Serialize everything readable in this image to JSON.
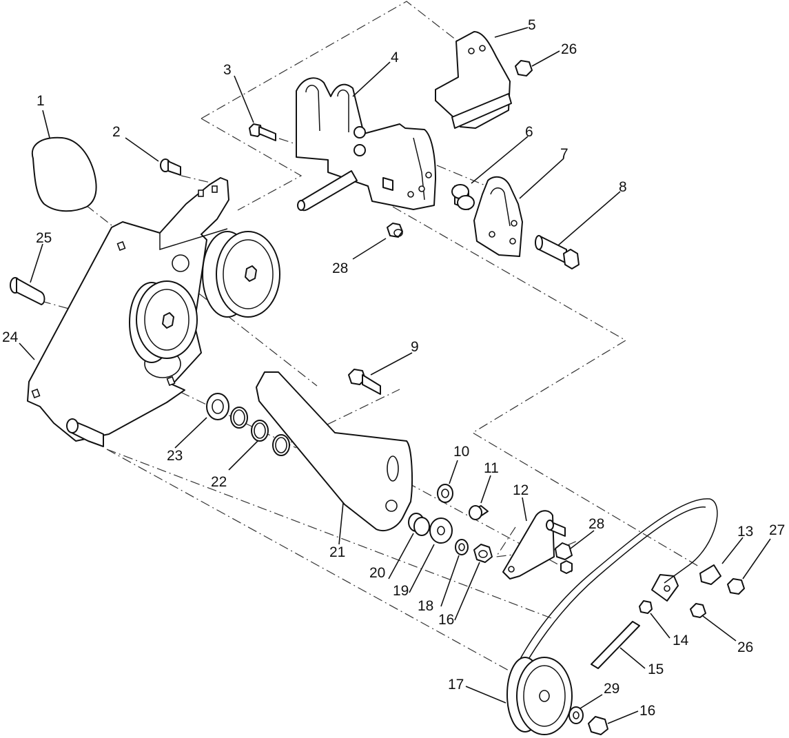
{
  "callouts": [
    {
      "id": "c1",
      "text": "1"
    },
    {
      "id": "c2",
      "text": "2"
    },
    {
      "id": "c3",
      "text": "3"
    },
    {
      "id": "c4",
      "text": "4"
    },
    {
      "id": "c5",
      "text": "5"
    },
    {
      "id": "c26a",
      "text": "26"
    },
    {
      "id": "c6",
      "text": "6"
    },
    {
      "id": "c7",
      "text": "7"
    },
    {
      "id": "c8",
      "text": "8"
    },
    {
      "id": "c25",
      "text": "25"
    },
    {
      "id": "c28a",
      "text": "28"
    },
    {
      "id": "c24",
      "text": "24"
    },
    {
      "id": "c9",
      "text": "9"
    },
    {
      "id": "c23",
      "text": "23"
    },
    {
      "id": "c22",
      "text": "22"
    },
    {
      "id": "c10",
      "text": "10"
    },
    {
      "id": "c11",
      "text": "11"
    },
    {
      "id": "c12",
      "text": "12"
    },
    {
      "id": "c28b",
      "text": "28"
    },
    {
      "id": "c13",
      "text": "13"
    },
    {
      "id": "c27",
      "text": "27"
    },
    {
      "id": "c21",
      "text": "21"
    },
    {
      "id": "c20",
      "text": "20"
    },
    {
      "id": "c19",
      "text": "19"
    },
    {
      "id": "c18",
      "text": "18"
    },
    {
      "id": "c16a",
      "text": "16"
    },
    {
      "id": "c14",
      "text": "14"
    },
    {
      "id": "c26b",
      "text": "26"
    },
    {
      "id": "c15",
      "text": "15"
    },
    {
      "id": "c17",
      "text": "17"
    },
    {
      "id": "c29",
      "text": "29"
    },
    {
      "id": "c16b",
      "text": "16"
    }
  ]
}
